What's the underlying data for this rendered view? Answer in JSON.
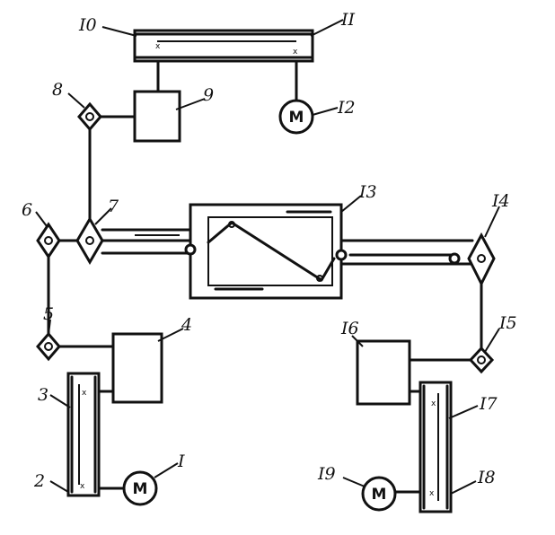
{
  "labels": {
    "l1": "I",
    "l2": "2",
    "l3": "3",
    "l4": "4",
    "l5": "5",
    "l6": "6",
    "l7": "7",
    "l8": "8",
    "l9": "9",
    "l10": "I0",
    "l11": "II",
    "l12": "I2",
    "l13": "I3",
    "l14": "I4",
    "l15": "I5",
    "l16": "I6",
    "l17": "I7",
    "l18": "I8",
    "l19": "I9"
  },
  "motor_symbol": "M",
  "joint_mark": "x"
}
